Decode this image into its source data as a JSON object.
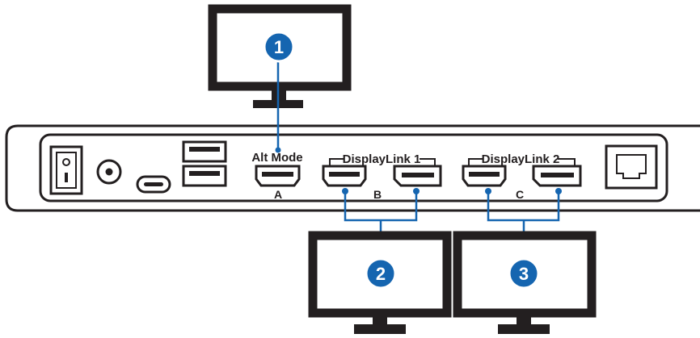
{
  "labels": {
    "alt_mode": "Alt Mode",
    "displaylink_1": "DisplayLink 1",
    "displaylink_2": "DisplayLink 2"
  },
  "port_letters": {
    "a": "A",
    "b": "B",
    "c": "C"
  },
  "badges": {
    "one": "1",
    "two": "2",
    "three": "3"
  },
  "colors": {
    "outline": "#231f20",
    "accent_blue": "#1565b0",
    "badge_border": "#ffffff",
    "background": "#ffffff"
  }
}
